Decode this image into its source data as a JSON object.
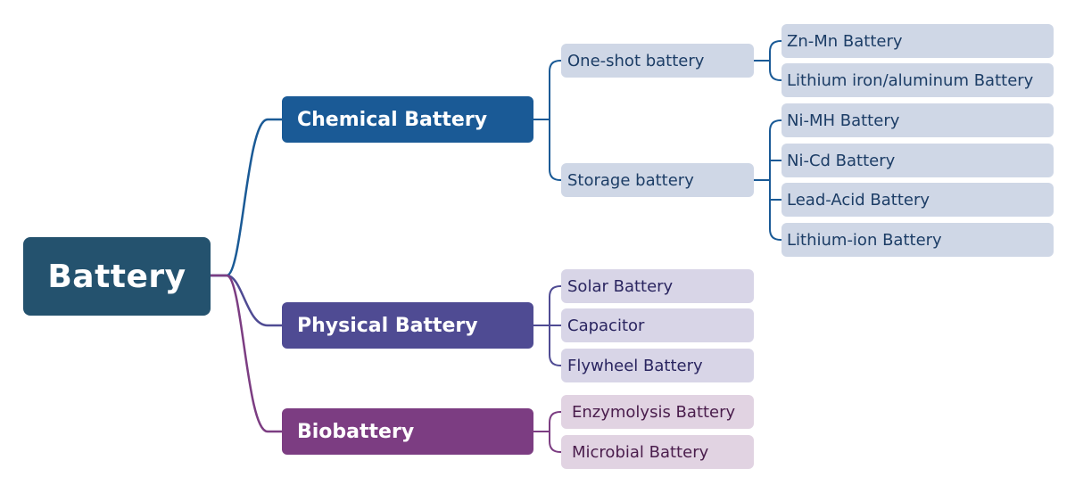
{
  "root": {
    "label": "Battery",
    "color": "#24526e"
  },
  "categories": [
    {
      "label": "Chemical Battery",
      "color": "#1a5a96",
      "children": [
        {
          "label": "One-shot battery",
          "children": [
            "Zn-Mn Battery",
            "Lithium iron/aluminum Battery"
          ]
        },
        {
          "label": "Storage battery",
          "children": [
            "Ni-MH Battery",
            "Ni-Cd Battery",
            "Lead-Acid Battery",
            "Lithium-ion Battery"
          ]
        }
      ]
    },
    {
      "label": "Physical Battery",
      "color": "#4f4b93",
      "children": [
        {
          "label": "Solar Battery"
        },
        {
          "label": "Capacitor"
        },
        {
          "label": "Flywheel Battery"
        }
      ]
    },
    {
      "label": "Biobattery",
      "color": "#7c3d82",
      "children": [
        {
          "label": "Enzymolysis Battery"
        },
        {
          "label": "Microbial Battery"
        }
      ]
    }
  ]
}
